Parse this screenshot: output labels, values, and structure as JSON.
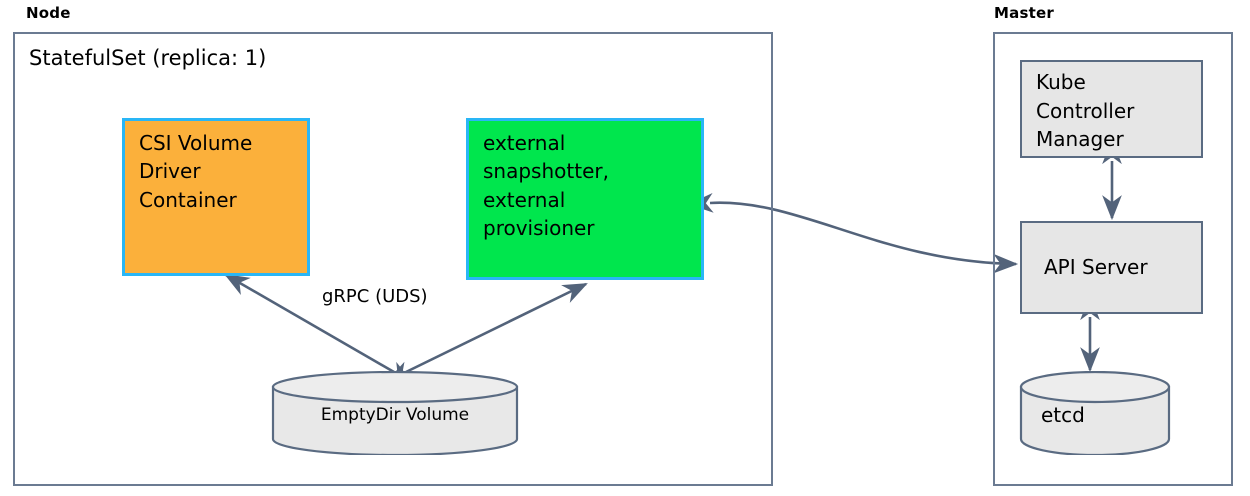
{
  "diagram": {
    "title_node": "Node",
    "title_master": "Master",
    "node": {
      "statefulset_label": "StatefulSet (replica: 1)",
      "csi_driver": {
        "lines": [
          "CSI Volume",
          "Driver",
          "Container"
        ],
        "fill": "#FBB03B",
        "border": "#29B6F6"
      },
      "sidecars": {
        "lines": [
          "external",
          "snapshotter,",
          "external",
          "provisioner"
        ],
        "fill": "#00E64D",
        "border": "#29B6F6"
      },
      "emptydir": {
        "label": "EmptyDir Volume",
        "fill": "#E8E8E8",
        "border": "#5A6B82"
      },
      "grpc_label": "gRPC (UDS)"
    },
    "master": {
      "kube_controller_manager": {
        "lines": [
          "Kube",
          "Controller",
          "Manager"
        ],
        "fill": "#E6E6E6",
        "border": "#5A6B82"
      },
      "api_server": {
        "label": "API Server",
        "fill": "#E6E6E6",
        "border": "#5A6B82"
      },
      "etcd": {
        "label": "etcd",
        "fill": "#E8E8E8",
        "border": "#5A6B82"
      }
    },
    "colors": {
      "outer_border": "#6B7B92",
      "arrow": "#53637A",
      "background": "#FFFFFF"
    },
    "connectors": [
      {
        "name": "csi-driver-to-emptydir",
        "from": "CSI Volume Driver Container",
        "to": "EmptyDir Volume",
        "label": "gRPC (UDS)",
        "direction": "bidirectional"
      },
      {
        "name": "sidecars-to-emptydir",
        "from": "external snapshotter, external provisioner",
        "to": "EmptyDir Volume",
        "label": "",
        "direction": "bidirectional"
      },
      {
        "name": "sidecars-to-api-server",
        "from": "external snapshotter, external provisioner",
        "to": "API Server",
        "label": "",
        "direction": "bidirectional"
      },
      {
        "name": "kube-controller-manager-to-api-server",
        "from": "Kube Controller Manager",
        "to": "API Server",
        "label": "",
        "direction": "bidirectional"
      },
      {
        "name": "api-server-to-etcd",
        "from": "API Server",
        "to": "etcd",
        "label": "",
        "direction": "bidirectional"
      }
    ]
  }
}
